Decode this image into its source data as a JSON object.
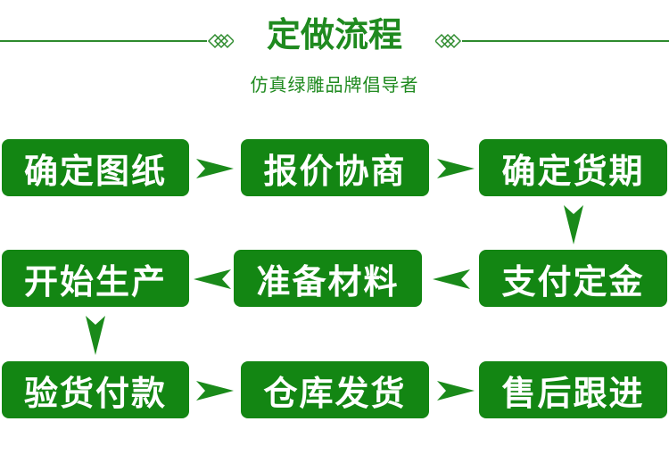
{
  "header": {
    "title": "定做流程",
    "subtitle": "仿真绿雕品牌倡导者"
  },
  "steps": [
    {
      "label": "确定图纸"
    },
    {
      "label": "报价协商"
    },
    {
      "label": "确定货期"
    },
    {
      "label": "支付定金"
    },
    {
      "label": "准备材料"
    },
    {
      "label": "开始生产"
    },
    {
      "label": "验货付款"
    },
    {
      "label": "仓库发货"
    },
    {
      "label": "售后跟进"
    }
  ],
  "colors": {
    "box": "#138613",
    "accent": "#1f8a1f",
    "arrow": "#1a8a1a"
  }
}
